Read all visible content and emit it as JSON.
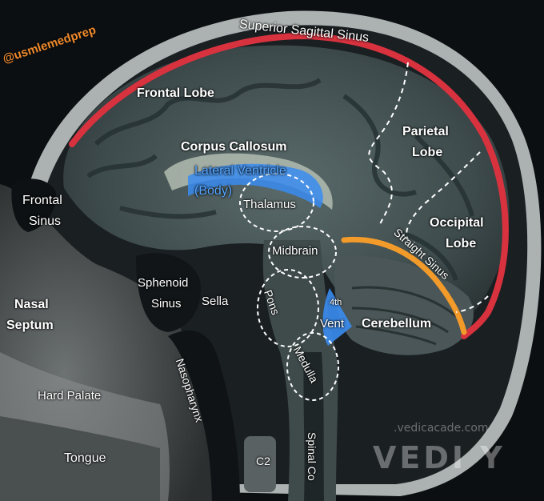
{
  "watermark_handle": "@usmlemedprep",
  "watermark_site_partial": ".vedicacade.com",
  "watermark_logo_partial": "VEDI Y",
  "labels": {
    "superior_sagittal_sinus": "Superior Sagittal Sinus",
    "frontal_lobe": "Frontal Lobe",
    "parietal_lobe_1": "Parietal",
    "parietal_lobe_2": "Lobe",
    "corpus_callosum": "Corpus Callosum",
    "lateral_ventricle_1": "Lateral Ventricle",
    "lateral_ventricle_2": "(Body)",
    "thalamus": "Thalamus",
    "occipital_lobe_1": "Occipital",
    "occipital_lobe_2": "Lobe",
    "frontal_sinus_1": "Frontal",
    "frontal_sinus_2": "Sinus",
    "midbrain": "Midbrain",
    "straight_sinus": "Straight Sinus",
    "sphenoid_sinus_1": "Sphenoid",
    "sphenoid_sinus_2": "Sinus",
    "sella": "Sella",
    "pons": "Pons",
    "fourth_vent_sup": "4th",
    "fourth_vent": "Vent",
    "cerebellum": "Cerebellum",
    "nasal_septum_1": "Nasal",
    "nasal_septum_2": "Septum",
    "medulla": "Medulla",
    "hard_palate": "Hard Palate",
    "nasopharynx": "Nasopharynx",
    "tongue": "Tongue",
    "c2": "C2",
    "spinal_cord": "Spinal Co"
  },
  "colors": {
    "sinus_red": "#d8323f",
    "straight_sinus_orange": "#f29a2a",
    "ventricle_blue": "#3a8cf0",
    "handle_orange": "#f08a2c"
  }
}
